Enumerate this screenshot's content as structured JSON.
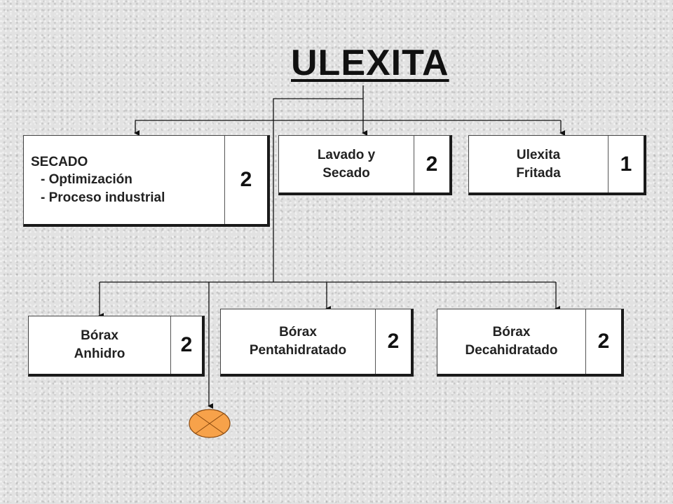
{
  "title": "ULEXITA",
  "boxes": {
    "secado": {
      "lines": [
        "SECADO",
        "- Optimización",
        "- Proceso industrial"
      ],
      "count": "2"
    },
    "lavado": {
      "lines": [
        "Lavado y",
        "Secado"
      ],
      "count": "2"
    },
    "ulexita_fritada": {
      "lines": [
        "Ulexita",
        "Fritada"
      ],
      "count": "1"
    },
    "borax_anhidro": {
      "lines": [
        "Bórax",
        "Anhidro"
      ],
      "count": "2"
    },
    "borax_penta": {
      "lines": [
        "Bórax",
        "Pentahidratado"
      ],
      "count": "2"
    },
    "borax_deca": {
      "lines": [
        "Bórax",
        "Decahidratado"
      ],
      "count": "2"
    }
  },
  "colors": {
    "node_fill": "#f7a24a",
    "node_stroke": "#8a4a10"
  }
}
